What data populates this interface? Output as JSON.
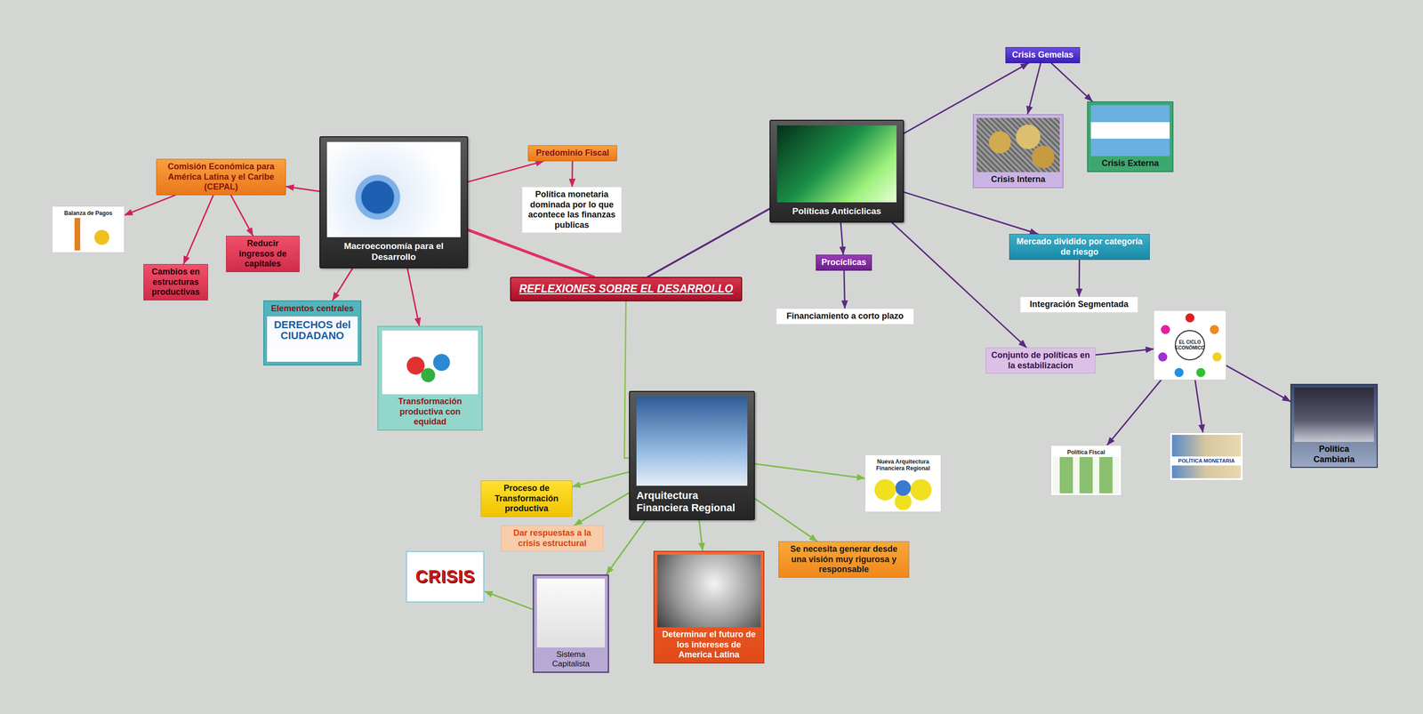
{
  "diagram": {
    "nodes": [
      {
        "text": [
          "REFLEXIONES SOBRE EL DESARROLLO"
        ]
      },
      {
        "text": [
          "Macroeconomía para el Desarrollo"
        ]
      },
      {
        "text": [
          "Predominio Fiscal"
        ]
      },
      {
        "text": [
          "Política monetaria dominada por lo que acontece las finanzas publicas"
        ]
      },
      {
        "text": [
          "Comisión Económica para América Latina y el Caribe (CEPAL)"
        ]
      },
      {
        "text": [
          "Balanza de Pagos"
        ]
      },
      {
        "text": [
          "Cambios en estructuras productivas"
        ]
      },
      {
        "text": [
          "Reducir ingresos de capitales"
        ]
      },
      {
        "text": [
          "Elementos centrales",
          "DERECHOS del CIUDADANO"
        ]
      },
      {
        "text": [
          "Transformación productiva con equidad"
        ]
      },
      {
        "text": [
          "Políticas Anticíclicas"
        ]
      },
      {
        "text": [
          "Crisis Gemelas"
        ]
      },
      {
        "text": [
          "Crisis Interna"
        ]
      },
      {
        "text": [
          "Crisis Externa"
        ]
      },
      {
        "text": [
          "Procíclicas"
        ]
      },
      {
        "text": [
          "Financiamiento a corto plazo"
        ]
      },
      {
        "text": [
          "Mercado dividido por categoría de riesgo"
        ]
      },
      {
        "text": [
          "Integración Segmentada"
        ]
      },
      {
        "text": [
          "Conjunto de políticas en la estabilizacion"
        ]
      },
      {
        "text": [
          "EL CICLO ECONÓMICO"
        ]
      },
      {
        "text": [
          "Política Fiscal"
        ]
      },
      {
        "text": [
          "POLÍTICA MONETARIA"
        ]
      },
      {
        "text": [
          "Política Cambiaria"
        ]
      },
      {
        "text": [
          "Arquitectura Financiera Regional"
        ]
      },
      {
        "text": [
          "Nueva Arquitectura Financiera Regional"
        ]
      },
      {
        "text": [
          "Proceso de Transformación productiva"
        ]
      },
      {
        "text": [
          "Dar respuestas a la crisis estructural"
        ]
      },
      {
        "text": [
          "Se necesita generar desde una visión muy rigurosa y responsable"
        ]
      },
      {
        "text": [
          "Determinar el futuro de los intereses de America Latina"
        ]
      },
      {
        "text": [
          "Sistema Capitalista"
        ]
      },
      {
        "text": [
          "CRISIS"
        ]
      }
    ],
    "edges": [
      {
        "from": 0,
        "to": 1,
        "arrow": "none"
      },
      {
        "from": 0,
        "to": 10,
        "arrow": "none"
      },
      {
        "from": 0,
        "to": 23,
        "arrow": "none"
      },
      {
        "from": 1,
        "to": 2,
        "arrow": "to"
      },
      {
        "from": 2,
        "to": 3,
        "arrow": "to"
      },
      {
        "from": 1,
        "to": 4,
        "arrow": "to"
      },
      {
        "from": 4,
        "to": 5,
        "arrow": "to"
      },
      {
        "from": 4,
        "to": 6,
        "arrow": "to"
      },
      {
        "from": 4,
        "to": 7,
        "arrow": "to"
      },
      {
        "from": 1,
        "to": 8,
        "arrow": "to"
      },
      {
        "from": 1,
        "to": 9,
        "arrow": "to"
      },
      {
        "from": 10,
        "to": 11,
        "arrow": "to"
      },
      {
        "from": 11,
        "to": 12,
        "arrow": "to"
      },
      {
        "from": 11,
        "to": 13,
        "arrow": "to"
      },
      {
        "from": 10,
        "to": 14,
        "arrow": "to"
      },
      {
        "from": 14,
        "to": 15,
        "arrow": "to"
      },
      {
        "from": 10,
        "to": 16,
        "arrow": "to"
      },
      {
        "from": 16,
        "to": 17,
        "arrow": "to"
      },
      {
        "from": 10,
        "to": 18,
        "arrow": "to"
      },
      {
        "from": 18,
        "to": 19,
        "arrow": "to"
      },
      {
        "from": 19,
        "to": 20,
        "arrow": "to"
      },
      {
        "from": 19,
        "to": 21,
        "arrow": "to"
      },
      {
        "from": 19,
        "to": 22,
        "arrow": "to"
      },
      {
        "from": 23,
        "to": 24,
        "arrow": "to"
      },
      {
        "from": 23,
        "to": 25,
        "arrow": "to"
      },
      {
        "from": 23,
        "to": 26,
        "arrow": "to"
      },
      {
        "from": 23,
        "to": 27,
        "arrow": "to"
      },
      {
        "from": 23,
        "to": 28,
        "arrow": "to"
      },
      {
        "from": 23,
        "to": 29,
        "arrow": "to"
      },
      {
        "from": 29,
        "to": 30,
        "arrow": "to"
      }
    ]
  }
}
